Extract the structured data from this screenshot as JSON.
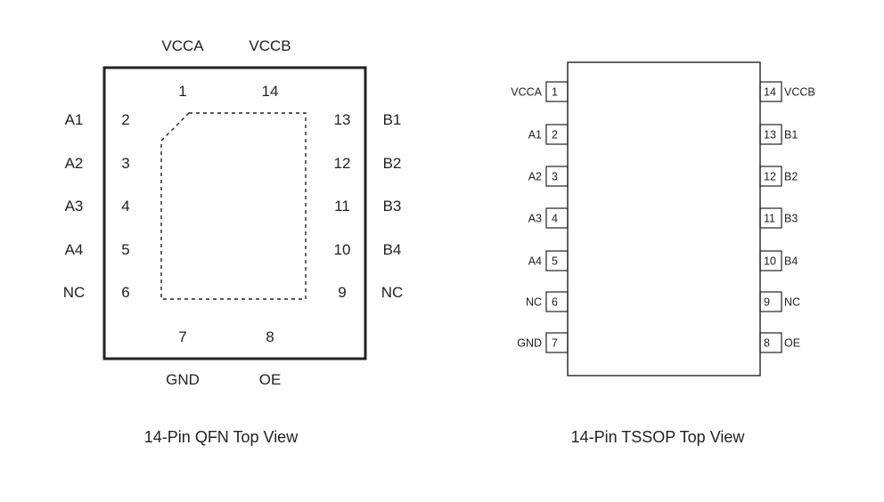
{
  "qfn": {
    "caption": "14-Pin QFN Top View",
    "top": [
      {
        "num": "1",
        "name": "VCCA"
      },
      {
        "num": "14",
        "name": "VCCB"
      }
    ],
    "left": [
      {
        "num": "2",
        "name": "A1"
      },
      {
        "num": "3",
        "name": "A2"
      },
      {
        "num": "4",
        "name": "A3"
      },
      {
        "num": "5",
        "name": "A4"
      },
      {
        "num": "6",
        "name": "NC"
      }
    ],
    "right": [
      {
        "num": "13",
        "name": "B1"
      },
      {
        "num": "12",
        "name": "B2"
      },
      {
        "num": "11",
        "name": "B3"
      },
      {
        "num": "10",
        "name": "B4"
      },
      {
        "num": "9",
        "name": "NC"
      }
    ],
    "bottom": [
      {
        "num": "7",
        "name": "GND"
      },
      {
        "num": "8",
        "name": "OE"
      }
    ]
  },
  "tssop": {
    "caption": "14-Pin TSSOP Top View",
    "left": [
      {
        "num": "1",
        "name": "VCCA"
      },
      {
        "num": "2",
        "name": "A1"
      },
      {
        "num": "3",
        "name": "A2"
      },
      {
        "num": "4",
        "name": "A3"
      },
      {
        "num": "5",
        "name": "A4"
      },
      {
        "num": "6",
        "name": "NC"
      },
      {
        "num": "7",
        "name": "GND"
      }
    ],
    "right": [
      {
        "num": "14",
        "name": "VCCB"
      },
      {
        "num": "13",
        "name": "B1"
      },
      {
        "num": "12",
        "name": "B2"
      },
      {
        "num": "11",
        "name": "B3"
      },
      {
        "num": "10",
        "name": "B4"
      },
      {
        "num": "9",
        "name": "NC"
      },
      {
        "num": "8",
        "name": "OE"
      }
    ]
  }
}
